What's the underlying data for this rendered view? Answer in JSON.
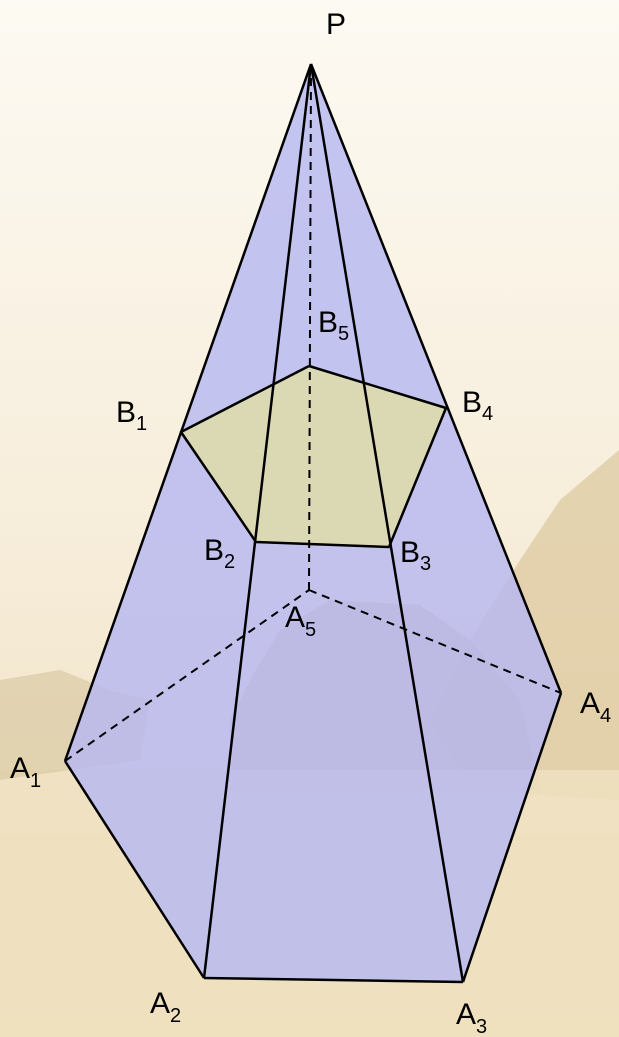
{
  "diagram": {
    "apex": {
      "main": "P",
      "sub": ""
    },
    "base_vertices": [
      {
        "main": "A",
        "sub": "1"
      },
      {
        "main": "A",
        "sub": "2"
      },
      {
        "main": "A",
        "sub": "3"
      },
      {
        "main": "A",
        "sub": "4"
      },
      {
        "main": "A",
        "sub": "5"
      }
    ],
    "section_vertices": [
      {
        "main": "B",
        "sub": "1"
      },
      {
        "main": "B",
        "sub": "2"
      },
      {
        "main": "B",
        "sub": "3"
      },
      {
        "main": "B",
        "sub": "4"
      },
      {
        "main": "B",
        "sub": "5"
      }
    ]
  },
  "colors": {
    "pyramid_fill": "#b7b8f2",
    "section_fill": "#dcd9b0",
    "edge": "#000000",
    "background_sky": "#fbf6ec",
    "background_sand": "#efe1c0",
    "background_stone": "#c9b48a"
  }
}
